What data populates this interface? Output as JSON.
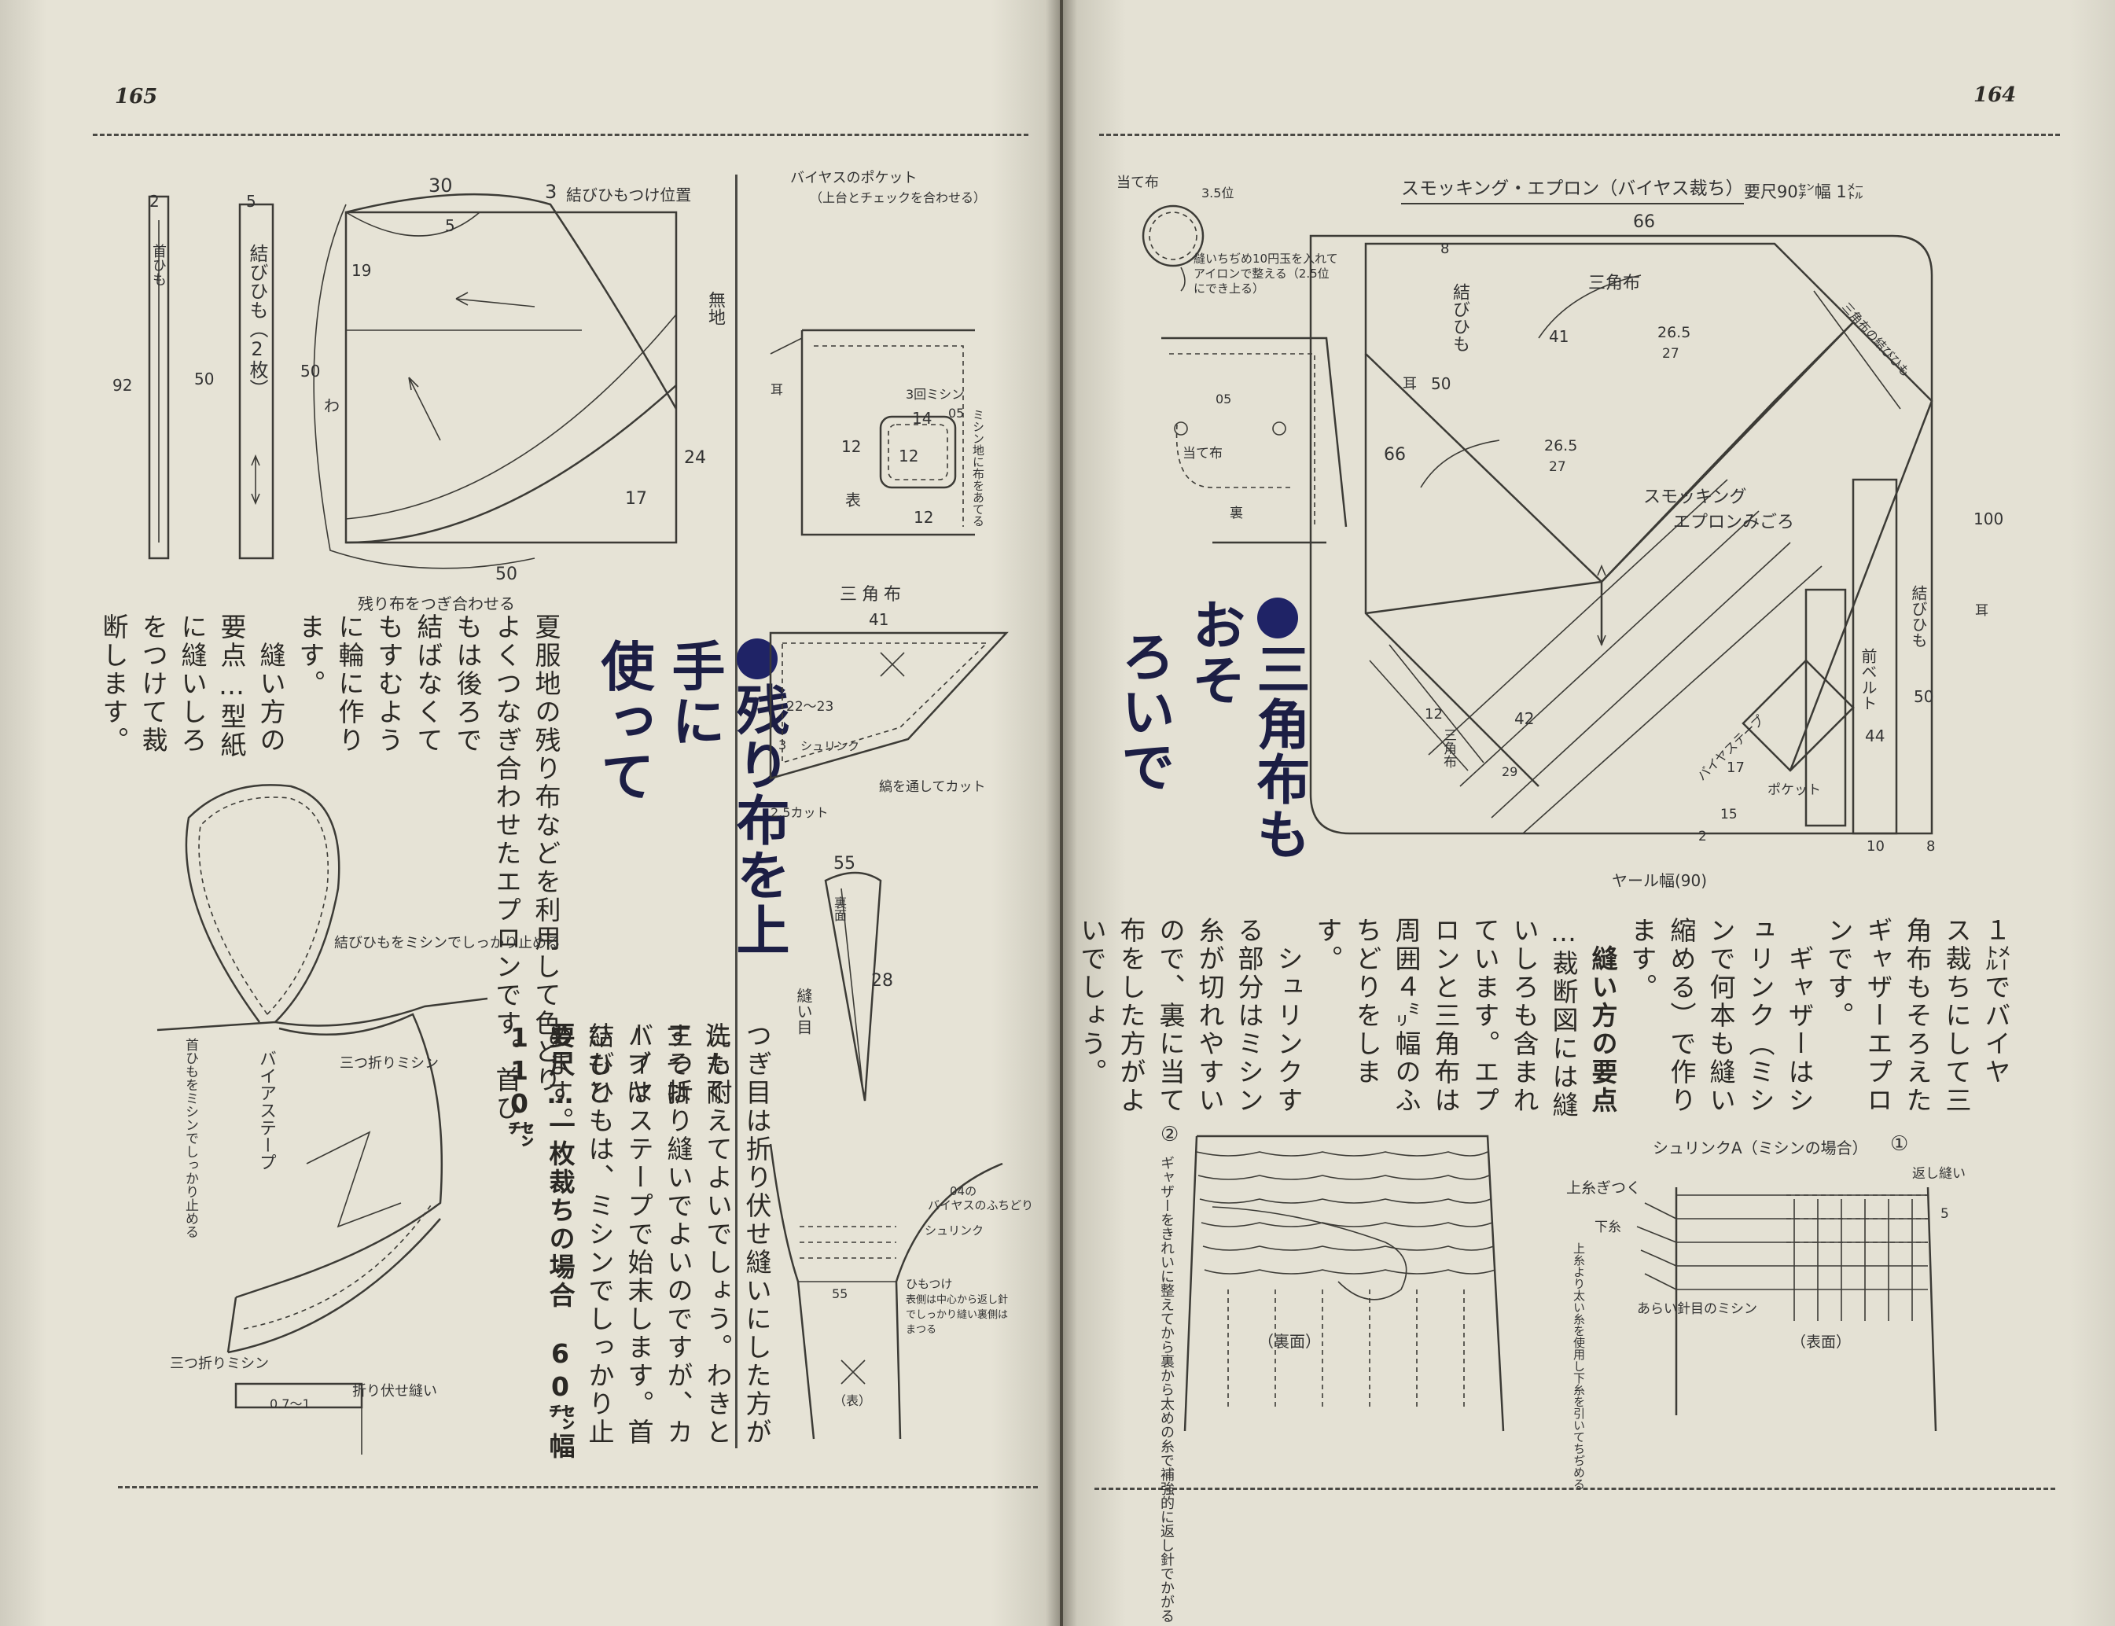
{
  "left_page": {
    "page_number": "165",
    "heading_lines": [
      "残り布を上手に",
      "使って"
    ],
    "body_columns": [
      "夏服地の残り布などを利用して色どり",
      "よくつなぎ合わせたエプロンです。首ひ",
      "もは後ろで",
      "結ばなくて",
      "もすむよう",
      "に輪に作り",
      "ます。",
      "　縫い方の",
      "要点…型紙",
      "に縫いしろ",
      "をつけて裁",
      "断します。"
    ],
    "body_columns_2": [
      "つぎ目は折り伏せ縫いにした方が洗たく",
      "にも耐えてよいでしょう。わきとすそは",
      "三つ折り縫いでよいのですが、カーブは",
      "バイヤステープで始末します。首ひもと",
      "結びひもは、ミシンでしっかり止めます。",
      "要尺…一枚裁ちの場合　60㌢幅110㌢"
    ],
    "labels": {
      "tie_label": "結びひも（2枚）",
      "neck_label": "首ひも",
      "n2": "2",
      "n5": "5",
      "n30": "30",
      "n3": "3",
      "n19": "19",
      "n50a": "50",
      "n92": "92",
      "n50b": "50",
      "n24": "24",
      "n17": "17",
      "n50c": "50",
      "n5b": "5",
      "tie_pos": "結びひもつけ位置",
      "muji": "無地",
      "wa": "わ",
      "scrap": "残り布をつぎ合わせる",
      "stitch_firm": "結びひもをミシンでしっかり止める",
      "bias_tape": "バイアステープ",
      "neck_firm": "首ひもをミシンでしっかり止める",
      "triple_fold": "三つ折りミシン",
      "triple_fold2": "三つ折りミシン",
      "fell_seam": "折り伏せ縫い",
      "n07": "0.7〜1",
      "bias_pocket": "バイヤスのポケット",
      "bias_pocket_note": "（上台とチェックを合わせる）",
      "ear": "耳",
      "mishin3": "3回ミシン",
      "n14": "14",
      "n05": "05",
      "n12a": "12",
      "n12b": "12",
      "n12c": "12",
      "omote": "表",
      "pocket_note": "ミシン地に布をあてる",
      "sankaku": "三角布",
      "n41": "41",
      "n2223": "22〜23",
      "n3c": "3",
      "shrink": "シュリンク",
      "n25cut": "2.5カット",
      "bias_cut": "縞を通してカット",
      "n55a": "55",
      "uramen": "裏面",
      "n28": "28",
      "nuime": "縫い目",
      "n04": "04の",
      "bias_edge": "バイヤスのふちどり",
      "shrink2": "シュリンク",
      "n55b": "55",
      "himo_attach": "ひもつけ",
      "himo_note": "表側は中心から返し針でしっかり縫い裏側はまつる",
      "omote2": "（表）"
    }
  },
  "right_page": {
    "page_number": "164",
    "heading_lines": [
      "三角布もおそ",
      "ろいで"
    ],
    "body_columns": [
      "１㍍でバイヤ",
      "ス裁ちにして三",
      "角布もそろえた",
      "ギャザーエプロ",
      "ンです。",
      "　ギャザーはシ",
      "ュリンク（ミシ",
      "ンで何本も縫い",
      "縮める）で作り",
      "ます。",
      "　縫い方の要点",
      "…裁断図には縫",
      "いしろも含まれ",
      "ています。エプ",
      "ロンと三角布は",
      "周囲４㍉幅のふ",
      "ちどりをしま",
      "す。",
      "　シュリンクす",
      "る部分はミシン",
      "糸が切れやすい",
      "ので、裏に当て",
      "布をした方がよ",
      "いでしょう。"
    ],
    "labels": {
      "atenuno": "当て布",
      "n35": "3.5位",
      "atenuno_note": "縫いちぢめ10円玉を入れてアイロンで整える（2.5位にでき上る）",
      "title": "スモッキング・エプロン（バイヤス裁ち）",
      "yardage": "要尺90㌢幅 1㍍",
      "n66a": "66",
      "n8a": "8",
      "n66b": "66",
      "musubi": "結びひも",
      "mimi": "耳",
      "n50": "50",
      "sankaku": "三角布",
      "n41": "41",
      "n265a": "26.5",
      "n27a": "27",
      "n265b": "26.5",
      "n27b": "27",
      "sankaku_himo": "三角布の結びひも",
      "smock": "スモッキング",
      "smock2": "エプロンみごろ",
      "n100": "100",
      "musubi2": "結びひも",
      "mimi2": "耳",
      "n50b": "50",
      "mae_belt": "前ベルト",
      "n44": "44",
      "n12": "12",
      "n42": "42",
      "n29": "29",
      "sankaku2": "三角布",
      "bias_strip": "バイヤステープ",
      "n17": "17",
      "pocket": "ポケット",
      "n15": "15",
      "n2": "2",
      "n10": "10",
      "n8b": "8",
      "yard_width": "ヤール幅(90)",
      "n05": "05",
      "atenuno2": "当て布",
      "ura": "裏",
      "fig2": "②",
      "gather_note": "ギャザーをきれいに整えてから裏から太めの糸で補強的に返し針でかがる",
      "urimen": "（裏面）",
      "shrinkA": "シュリンクA（ミシンの場合）",
      "fig1": "①",
      "kaeshi": "返し縫い",
      "uwaito": "上糸ぎつく",
      "n5": "5",
      "shitaito": "下糸",
      "ito_note": "上糸より太い糸を使用し下糸を引いてちぢめる",
      "arai": "あらい針目のミシン",
      "omote": "（表面）"
    }
  }
}
